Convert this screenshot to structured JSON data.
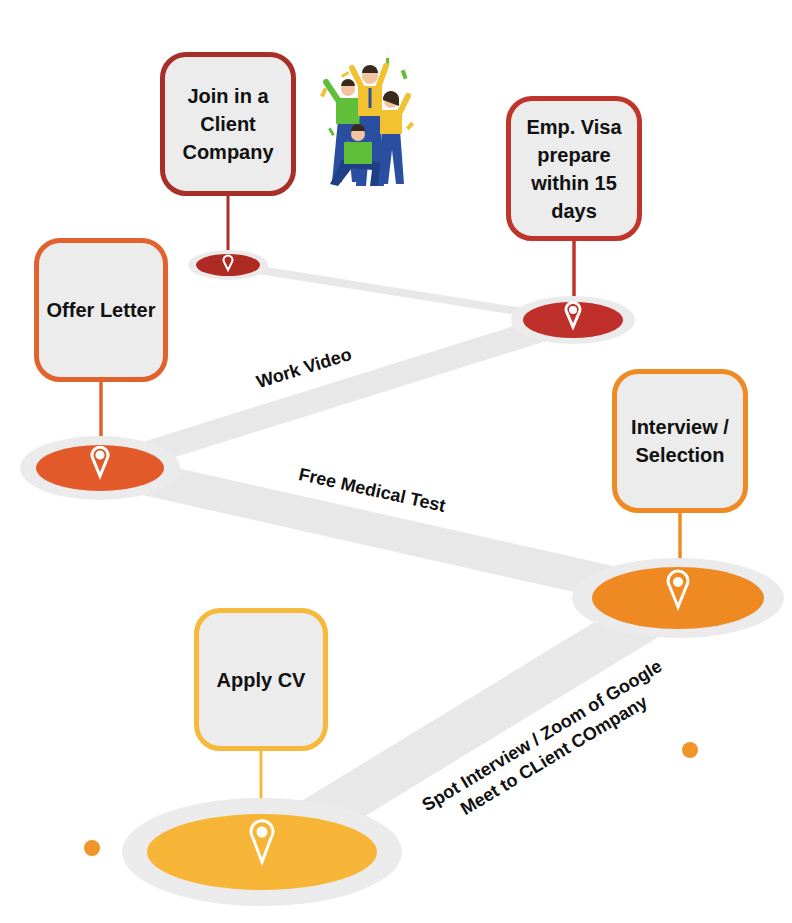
{
  "diagram": {
    "nodes": [
      {
        "text": [
          "Apply CV"
        ]
      },
      {
        "text": [
          "Interview / Selection"
        ]
      },
      {
        "text": [
          "Offer Letter"
        ]
      },
      {
        "text": [
          "Emp. Visa prepare within 15 days"
        ]
      },
      {
        "text": [
          "Join in a Client Company"
        ]
      }
    ],
    "edges": [
      {
        "from": 0,
        "to": 1,
        "arrow": "none",
        "label": "Spot Interview / Zoom of Google Meet to CLient COmpany"
      },
      {
        "from": 1,
        "to": 2,
        "arrow": "none",
        "label": "Free Medical Test"
      },
      {
        "from": 2,
        "to": 3,
        "arrow": "none",
        "label": "Work Video"
      },
      {
        "from": 3,
        "to": 4,
        "arrow": "none"
      }
    ]
  }
}
